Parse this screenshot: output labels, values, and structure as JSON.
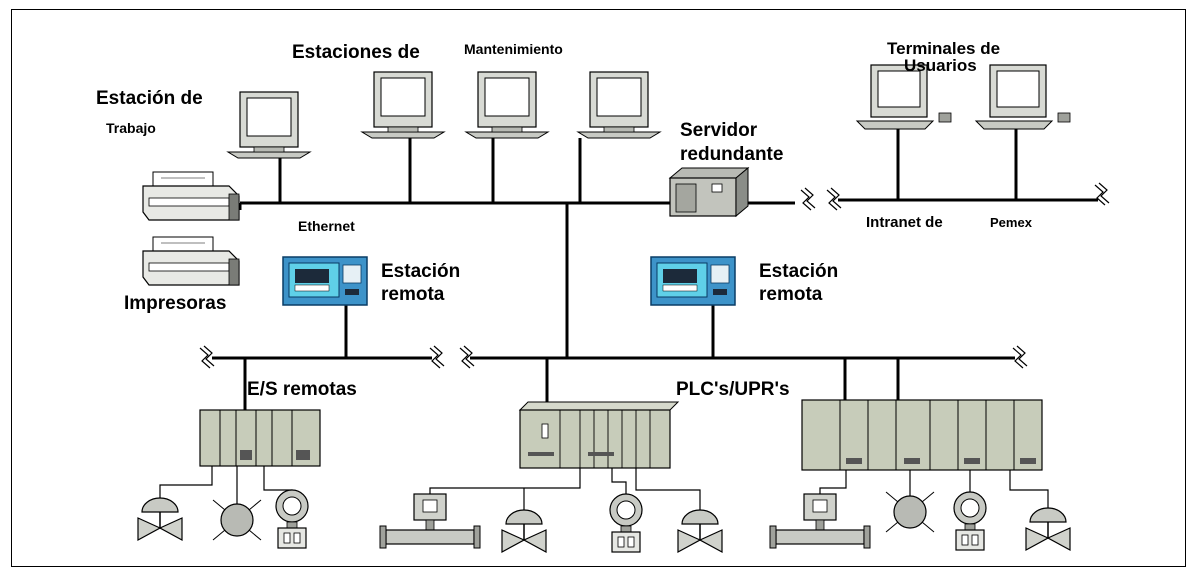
{
  "labels": {
    "estaciones_de": "Estaciones de",
    "mantenimiento": "Mantenimiento",
    "terminales_de": "Terminales de",
    "usuarios": "Usuarios",
    "estacion_de": "Estación de",
    "trabajo": "Trabajo",
    "servidor": "Servidor",
    "redundante": "redundante",
    "ethernet": "Ethernet",
    "intranet_de": "Intranet de",
    "pemex": "Pemex",
    "impresoras": "Impresoras",
    "estacion_remota_1_a": "Estación",
    "estacion_remota_1_b": "remota",
    "estacion_remota_2_a": "Estación",
    "estacion_remota_2_b": "remota",
    "es_remotas": "E/S remotas",
    "plcs_uprs": "PLC's/UPR's"
  },
  "colors": {
    "line": "#000000",
    "device_gray": "#c9ccc5",
    "device_dark": "#8a8d88",
    "plc_green": "#c7ccba",
    "station_blue": "#3d93c9",
    "screen_cyan": "#5fd0e8"
  }
}
